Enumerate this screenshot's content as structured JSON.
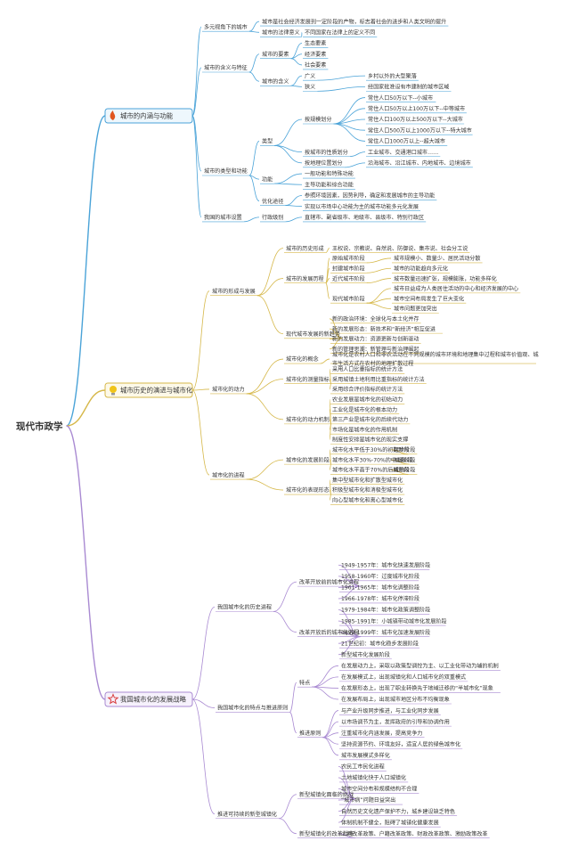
{
  "colors": {
    "root_text": "#222222",
    "branch_stroke": [
      "#4aa3d8",
      "#d6b84a",
      "#a98ad2"
    ],
    "branch_fill": [
      "#eef7fd",
      "#fdf9e8",
      "#f6f1fc"
    ],
    "branch_icon": [
      "#e0551f",
      "#f0c419",
      "#d94040"
    ],
    "text": "#333333"
  },
  "tree": {
    "label": "现代市政学",
    "children": [
      {
        "label": "城市的内涵与功能",
        "icon": "fire-icon",
        "children": [
          {
            "label": "多元视角下的城市",
            "children": [
              {
                "label": "城市是社会经济发展到一定阶段的产物，标志着社会的进步和人类文明的提升"
              },
              {
                "label": "城市的法律意义",
                "children": [
                  {
                    "label": "不同国家在法律上的定义不同"
                  }
                ]
              }
            ]
          },
          {
            "label": "城市的含义与特征",
            "children": [
              {
                "label": "城市的要素",
                "children": [
                  {
                    "label": "生态要素"
                  },
                  {
                    "label": "经济要素"
                  },
                  {
                    "label": "社会要素"
                  }
                ]
              },
              {
                "label": "城市的含义",
                "children": [
                  {
                    "label": "广义",
                    "children": [
                      {
                        "label": "乡村以外的大型聚落"
                      }
                    ]
                  },
                  {
                    "label": "狭义",
                    "children": [
                      {
                        "label": "经国家批准设有市建制的城市区域"
                      }
                    ]
                  }
                ]
              }
            ]
          },
          {
            "label": "城市的类型和功能",
            "children": [
              {
                "label": "类型",
                "children": [
                  {
                    "label": "按规模划分",
                    "children": [
                      {
                        "label": "常住人口50万以下--小城市"
                      },
                      {
                        "label": "常住人口50万以上100万以下--中等城市"
                      },
                      {
                        "label": "常住人口100万以上500万以下--大城市"
                      },
                      {
                        "label": "常住人口500万以上1000万以下--特大城市"
                      },
                      {
                        "label": "常住人口1000万以上--超大城市"
                      }
                    ]
                  },
                  {
                    "label": "按城市的性质划分",
                    "children": [
                      {
                        "label": "工业城市、交通港口城市……"
                      }
                    ]
                  },
                  {
                    "label": "按地理位置划分",
                    "children": [
                      {
                        "label": "沿海城市、沿江城市、内地城市、边境城市"
                      }
                    ]
                  }
                ]
              },
              {
                "label": "功能",
                "children": [
                  {
                    "label": "一般功能和特殊功能"
                  },
                  {
                    "label": "主导功能和综合功能"
                  }
                ]
              },
              {
                "label": "优化途径",
                "children": [
                  {
                    "label": "参照环境因素，因势利导，确定和发展城市的主导功能"
                  },
                  {
                    "label": "实现以市场中心功能为主的城市功能多元化发展"
                  }
                ]
              }
            ]
          },
          {
            "label": "我国的城市设置",
            "children": [
              {
                "label": "行政级别",
                "children": [
                  {
                    "label": "直辖市、副省级市、地级市、县级市、特别行政区"
                  }
                ]
              }
            ]
          }
        ]
      },
      {
        "label": "城市历史的演进与城市化",
        "icon": "bulb-icon",
        "children": [
          {
            "label": "城市的形成与发展",
            "children": [
              {
                "label": "城市的历史形成",
                "children": [
                  {
                    "label": "王权说、宗教说、自然说、防御说、集市说、社会分工说"
                  }
                ]
              },
              {
                "label": "城市的发展历程",
                "children": [
                  {
                    "label": "原始城市阶段",
                    "children": [
                      {
                        "label": "城市规模小、数量少、居民活动分散"
                      }
                    ]
                  },
                  {
                    "label": "封建城市阶段",
                    "children": [
                      {
                        "label": "城市的功能趋向多元化"
                      }
                    ]
                  },
                  {
                    "label": "近代城市阶段",
                    "children": [
                      {
                        "label": "城市数量迅速扩张，规模膨胀，功能多样化"
                      }
                    ]
                  },
                  {
                    "label": "现代城市阶段",
                    "children": [
                      {
                        "label": "城市日益成为人类居住活动的中心和经济发展的中心"
                      },
                      {
                        "label": "城市空间布局发生了巨大变化"
                      },
                      {
                        "label": "城市问题更加突出"
                      }
                    ]
                  }
                ]
              },
              {
                "label": "现代城市发展的新趋势",
                "children": [
                  {
                    "label": "新的政治环境：全球化与本土化并存"
                  },
                  {
                    "label": "新的发展形态：新技术和“新经济”相互促进"
                  },
                  {
                    "label": "新的发展动力：资源更新与创新驱动"
                  },
                  {
                    "label": "新的管理思潮：新管理与新治理崛起"
                  }
                ]
              }
            ]
          },
          {
            "label": "城市化的动力",
            "children": [
              {
                "label": "城市化的概念",
                "children": [
                  {
                    "label": "城市化是农村人口和非农活动在不同规模的城市环境和地理集中过程和城市价值观、城市生活方式在农村的地理扩散过程"
                  }
                ]
              },
              {
                "label": "城市化的测量指标",
                "children": [
                  {
                    "label": "采用人口比重指标的统计方法"
                  },
                  {
                    "label": "采用城镇土地利用比重指标的统计方法"
                  },
                  {
                    "label": "采用综合评价指标的统计方法"
                  }
                ]
              },
              {
                "label": "城市化的动力机制",
                "children": [
                  {
                    "label": "农业发展是城市化的初始动力"
                  },
                  {
                    "label": "工业化是城市化的根本动力"
                  },
                  {
                    "label": "第三产业是城市化的后续代动力"
                  },
                  {
                    "label": "市场化是城市化的作用机制"
                  },
                  {
                    "label": "制度性安排是城市化的现实支撑"
                  }
                ]
              }
            ]
          },
          {
            "label": "城市化的进程",
            "children": [
              {
                "label": "城市化的发展阶段",
                "children": [
                  {
                    "label": "城市化水平低于30%的初期阶段",
                    "children": [
                      {
                        "label": "起步阶段"
                      }
                    ]
                  },
                  {
                    "label": "城市化水平30%-70%的中期阶段",
                    "children": [
                      {
                        "label": "加速阶段"
                      }
                    ]
                  },
                  {
                    "label": "城市化水平高于70%的后期阶段",
                    "children": [
                      {
                        "label": "成熟阶段"
                      }
                    ]
                  }
                ]
              },
              {
                "label": "城市化的表现形态",
                "children": [
                  {
                    "label": "集中型城市化和扩散型城市化"
                  },
                  {
                    "label": "积极型城市化和消极型城市化"
                  },
                  {
                    "label": "向心型城市化和离心型城市化"
                  }
                ]
              }
            ]
          }
        ]
      },
      {
        "label": "我国城市化的发展战略",
        "icon": "star-icon",
        "children": [
          {
            "label": "我国城市化的历史进程",
            "children": [
              {
                "label": "改革开放前的城市化进程",
                "children": [
                  {
                    "label": "1949-1957年：城市化快速发展阶段"
                  },
                  {
                    "label": "1958-1960年：过度城市化阶段"
                  },
                  {
                    "label": "1961-1965年：城市化调整阶段"
                  },
                  {
                    "label": "1966-1978年：城市化停滞阶段"
                  }
                ]
              },
              {
                "label": "改革开放后的城市化进程",
                "children": [
                  {
                    "label": "1979-1984年：城市化政策调整阶段"
                  },
                  {
                    "label": "1985-1991年：小城镇带动城市化发展阶段"
                  },
                  {
                    "label": "1992-1999年：城市化加速发展阶段"
                  },
                  {
                    "label": "21世纪初：城市化稳步发展阶段"
                  },
                  {
                    "label": "新型城市化发展阶段"
                  }
                ]
              }
            ]
          },
          {
            "label": "我国城市化的特点与推进原则",
            "children": [
              {
                "label": "特点",
                "children": [
                  {
                    "label": "在发展动力上，采取以政策型调控为主、以工业化带动为辅的机制"
                  },
                  {
                    "label": "在发展模式上，出现城镇化和人口城市化的双重模式"
                  },
                  {
                    "label": "在发展形态上，出现了职业转换先于地域迁移的“半城市化”现象"
                  },
                  {
                    "label": "在发展布局上，出现城市地区分布不均衡现象"
                  }
                ]
              },
              {
                "label": "推进原则",
                "children": [
                  {
                    "label": "与产业升级同步推进，与工业化同步发展"
                  },
                  {
                    "label": "以市场调节为主，发挥政府的引导和协调作用"
                  },
                  {
                    "label": "注重城市化内涵发展，提高竞争力"
                  },
                  {
                    "label": "坚持资源节约、环境友好，适宜人居的绿色城市化"
                  },
                  {
                    "label": "城市发展模式多样化"
                  }
                ]
              }
            ]
          },
          {
            "label": "推进可持续的新型城镇化",
            "children": [
              {
                "label": "新型城镇化面临的挑战",
                "children": [
                  {
                    "label": "农民工市民化进程"
                  },
                  {
                    "label": "土地城镇化快于人口城镇化"
                  },
                  {
                    "label": "城市空间分布和规模结构不合理"
                  },
                  {
                    "label": "“城市病”问题日益突出"
                  },
                  {
                    "label": "自然历史文化遗产保护不力，城乡建设缺乏特色"
                  },
                  {
                    "label": "体制机制不健全，阻碍了城镇化健康发展"
                  }
                ]
              },
              {
                "label": "新型城镇化的改革战略",
                "children": [
                  {
                    "label": "土地改革政策、户籍改革政策、财政改革政策、激励政策改革"
                  }
                ]
              }
            ]
          }
        ]
      }
    ]
  }
}
